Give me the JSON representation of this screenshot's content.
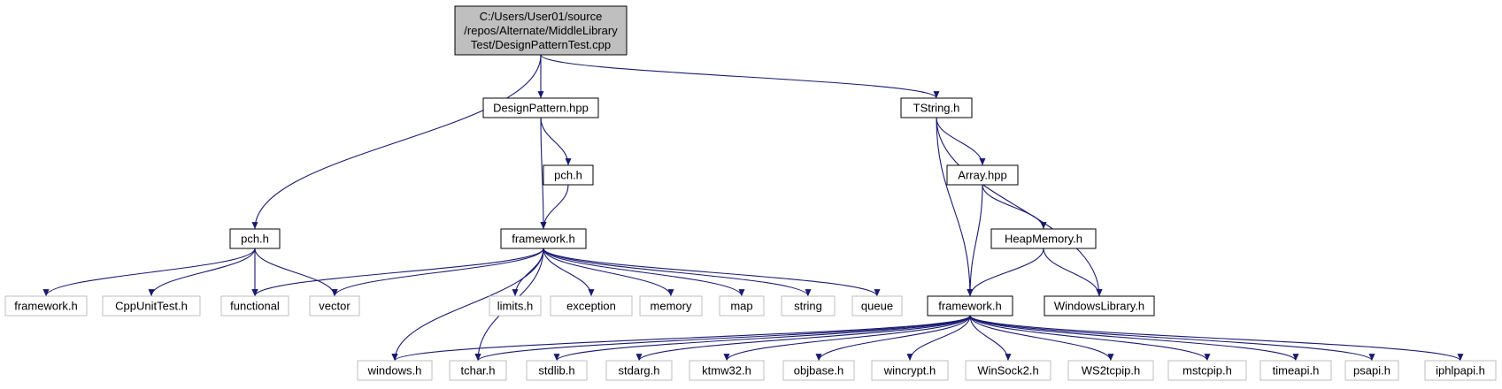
{
  "colors": {
    "edge": "#191970",
    "node_border": "#000000",
    "external_border": "#bfbfbf",
    "root_fill": "#bfbfbf"
  },
  "nodes": [
    {
      "id": "root",
      "lines": [
        "C:/Users/User01/source",
        "/repos/Alternate/MiddleLibrary",
        "Test/DesignPatternTest.cpp"
      ],
      "kind": "root"
    },
    {
      "id": "designpattern",
      "lines": [
        "DesignPattern.hpp"
      ],
      "kind": "file"
    },
    {
      "id": "tstring",
      "lines": [
        "TString.h"
      ],
      "kind": "file"
    },
    {
      "id": "pch1",
      "lines": [
        "pch.h"
      ],
      "kind": "file"
    },
    {
      "id": "pch2",
      "lines": [
        "pch.h"
      ],
      "kind": "file"
    },
    {
      "id": "fw_mid",
      "lines": [
        "framework.h"
      ],
      "kind": "file"
    },
    {
      "id": "array",
      "lines": [
        "Array.hpp"
      ],
      "kind": "file"
    },
    {
      "id": "heap",
      "lines": [
        "HeapMemory.h"
      ],
      "kind": "file"
    },
    {
      "id": "winlib",
      "lines": [
        "WindowsLibrary.h"
      ],
      "kind": "file"
    },
    {
      "id": "fw_right",
      "lines": [
        "framework.h"
      ],
      "kind": "file"
    },
    {
      "id": "fw_left",
      "lines": [
        "framework.h"
      ],
      "kind": "ext"
    },
    {
      "id": "cppunit",
      "lines": [
        "CppUnitTest.h"
      ],
      "kind": "ext"
    },
    {
      "id": "functional",
      "lines": [
        "functional"
      ],
      "kind": "ext"
    },
    {
      "id": "vector",
      "lines": [
        "vector"
      ],
      "kind": "ext"
    },
    {
      "id": "limits",
      "lines": [
        "limits.h"
      ],
      "kind": "ext"
    },
    {
      "id": "exception",
      "lines": [
        "exception"
      ],
      "kind": "ext"
    },
    {
      "id": "memory",
      "lines": [
        "memory"
      ],
      "kind": "ext"
    },
    {
      "id": "map",
      "lines": [
        "map"
      ],
      "kind": "ext"
    },
    {
      "id": "string",
      "lines": [
        "string"
      ],
      "kind": "ext"
    },
    {
      "id": "queue",
      "lines": [
        "queue"
      ],
      "kind": "ext"
    },
    {
      "id": "windows",
      "lines": [
        "windows.h"
      ],
      "kind": "ext"
    },
    {
      "id": "tchar",
      "lines": [
        "tchar.h"
      ],
      "kind": "ext"
    },
    {
      "id": "stdlib",
      "lines": [
        "stdlib.h"
      ],
      "kind": "ext"
    },
    {
      "id": "stdarg",
      "lines": [
        "stdarg.h"
      ],
      "kind": "ext"
    },
    {
      "id": "ktmw32",
      "lines": [
        "ktmw32.h"
      ],
      "kind": "ext"
    },
    {
      "id": "objbase",
      "lines": [
        "objbase.h"
      ],
      "kind": "ext"
    },
    {
      "id": "wincrypt",
      "lines": [
        "wincrypt.h"
      ],
      "kind": "ext"
    },
    {
      "id": "winsock2",
      "lines": [
        "WinSock2.h"
      ],
      "kind": "ext"
    },
    {
      "id": "ws2tcpip",
      "lines": [
        "WS2tcpip.h"
      ],
      "kind": "ext"
    },
    {
      "id": "mstcpip",
      "lines": [
        "mstcpip.h"
      ],
      "kind": "ext"
    },
    {
      "id": "timeapi",
      "lines": [
        "timeapi.h"
      ],
      "kind": "ext"
    },
    {
      "id": "psapi",
      "lines": [
        "psapi.h"
      ],
      "kind": "ext"
    },
    {
      "id": "iphlpapi",
      "lines": [
        "iphlpapi.h"
      ],
      "kind": "ext"
    }
  ],
  "edges": [
    [
      "root",
      "pch1"
    ],
    [
      "root",
      "designpattern"
    ],
    [
      "root",
      "tstring"
    ],
    [
      "designpattern",
      "pch2"
    ],
    [
      "designpattern",
      "fw_mid"
    ],
    [
      "pch2",
      "fw_mid"
    ],
    [
      "pch1",
      "fw_left"
    ],
    [
      "pch1",
      "cppunit"
    ],
    [
      "pch1",
      "functional"
    ],
    [
      "pch1",
      "vector"
    ],
    [
      "fw_mid",
      "functional"
    ],
    [
      "fw_mid",
      "vector"
    ],
    [
      "fw_mid",
      "limits"
    ],
    [
      "fw_mid",
      "exception"
    ],
    [
      "fw_mid",
      "memory"
    ],
    [
      "fw_mid",
      "map"
    ],
    [
      "fw_mid",
      "string"
    ],
    [
      "fw_mid",
      "queue"
    ],
    [
      "fw_mid",
      "windows"
    ],
    [
      "fw_mid",
      "tchar"
    ],
    [
      "tstring",
      "array"
    ],
    [
      "tstring",
      "fw_right"
    ],
    [
      "tstring",
      "winlib"
    ],
    [
      "array",
      "heap"
    ],
    [
      "array",
      "fw_right"
    ],
    [
      "heap",
      "fw_right"
    ],
    [
      "heap",
      "winlib"
    ],
    [
      "fw_right",
      "windows"
    ],
    [
      "fw_right",
      "tchar"
    ],
    [
      "fw_right",
      "stdlib"
    ],
    [
      "fw_right",
      "stdarg"
    ],
    [
      "fw_right",
      "ktmw32"
    ],
    [
      "fw_right",
      "objbase"
    ],
    [
      "fw_right",
      "wincrypt"
    ],
    [
      "fw_right",
      "winsock2"
    ],
    [
      "fw_right",
      "ws2tcpip"
    ],
    [
      "fw_right",
      "mstcpip"
    ],
    [
      "fw_right",
      "timeapi"
    ],
    [
      "fw_right",
      "psapi"
    ],
    [
      "fw_right",
      "iphlpapi"
    ]
  ]
}
